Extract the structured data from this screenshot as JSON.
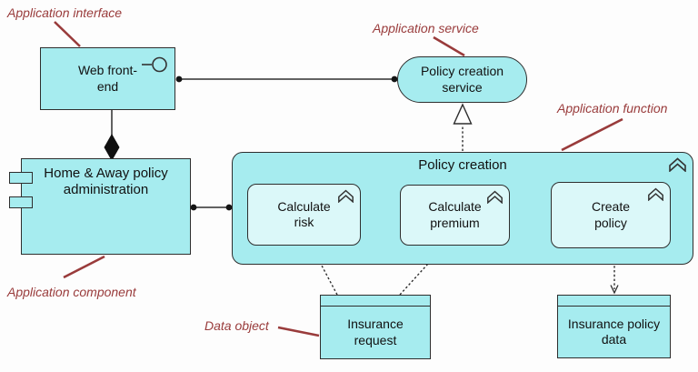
{
  "colors": {
    "node_fill": "#a6ecef",
    "subfunction_fill": "#dbf8f9",
    "border": "#2e2e2e",
    "annotation": "#993b3b",
    "text": "#111111"
  },
  "annotations": {
    "application_interface": "Application interface",
    "application_service": "Application service",
    "application_function": "Application function",
    "application_component": "Application component",
    "data_object": "Data object"
  },
  "nodes": {
    "web_frontend": {
      "label": "Web front-\nend"
    },
    "policy_creation_service": {
      "label": "Policy creation\nservice"
    },
    "home_away_policy_administration": {
      "label": "Home & Away policy\nadministration"
    },
    "policy_creation": {
      "title": "Policy creation"
    },
    "calculate_risk": {
      "label": "Calculate\nrisk"
    },
    "calculate_premium": {
      "label": "Calculate\npremium"
    },
    "create_policy": {
      "label": "Create\npolicy"
    },
    "insurance_request": {
      "label": "Insurance\nrequest"
    },
    "insurance_policy_data": {
      "label": "Insurance policy\ndata"
    }
  }
}
